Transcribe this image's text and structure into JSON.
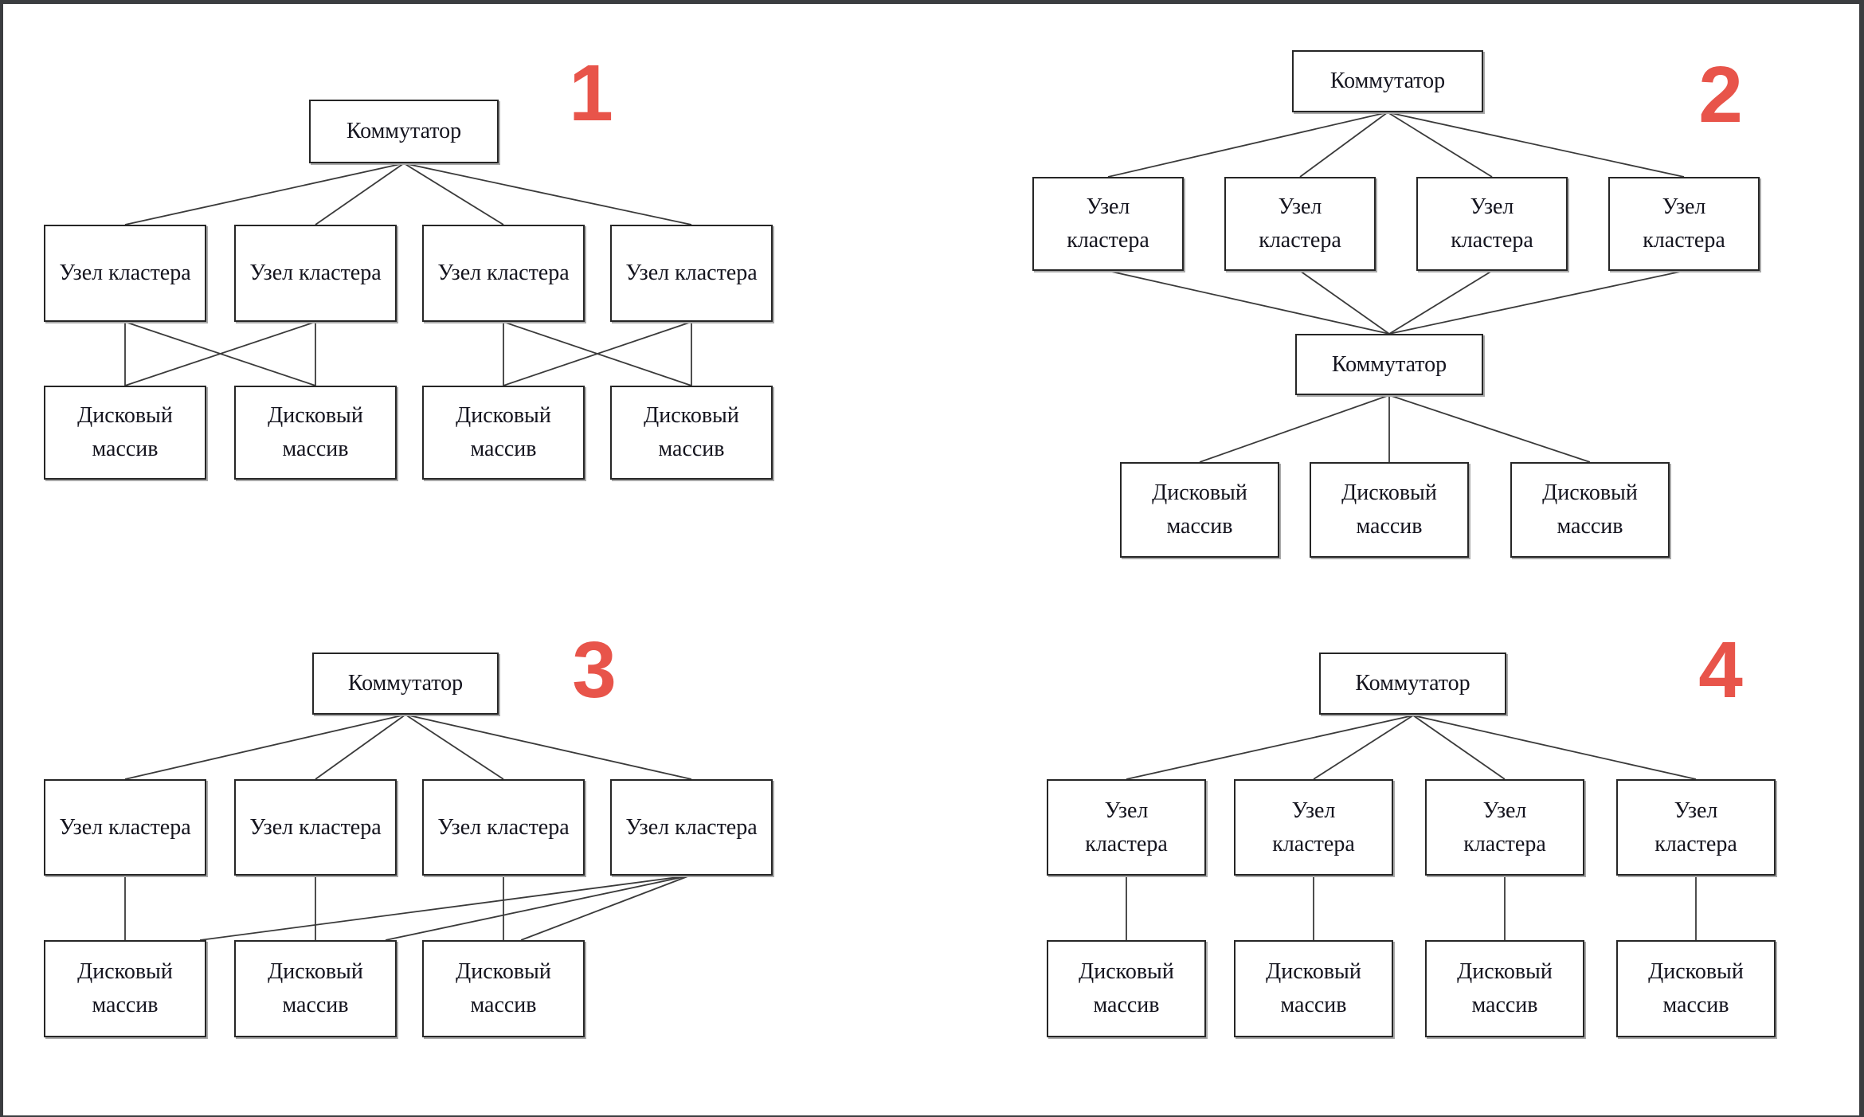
{
  "page": {
    "background": "#ffffff",
    "frame_color": "#3b3d40",
    "box_border_color": "#262626",
    "line_color": "#3a3a3a",
    "number_color": "#e8544a"
  },
  "labels": {
    "switch": "Коммутатор",
    "cluster_node": "Узел кластера",
    "disk_array": "Дисковый массив"
  },
  "diagrams": [
    {
      "number": "1",
      "switch_count": 1,
      "cluster_node_count": 4,
      "disk_array_count": 4
    },
    {
      "number": "2",
      "switch_count": 2,
      "cluster_node_count": 4,
      "disk_array_count": 3
    },
    {
      "number": "3",
      "switch_count": 1,
      "cluster_node_count": 4,
      "disk_array_count": 3
    },
    {
      "number": "4",
      "switch_count": 1,
      "cluster_node_count": 4,
      "disk_array_count": 4
    }
  ]
}
